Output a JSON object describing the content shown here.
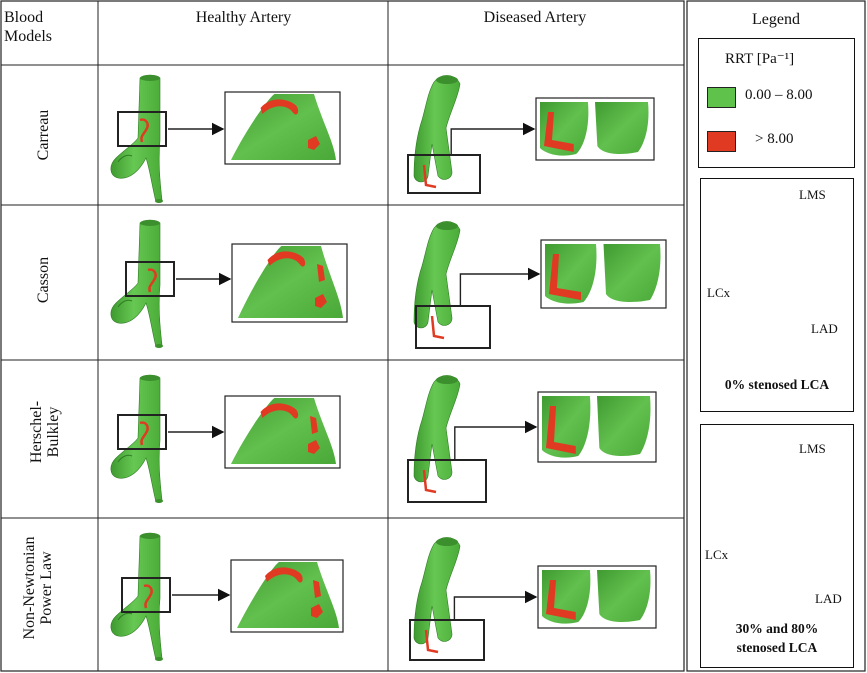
{
  "headers": {
    "models": "Blood Models",
    "healthy": "Healthy Artery",
    "diseased": "Diseased Artery",
    "legend": "Legend"
  },
  "rows": [
    {
      "label": "Carreau"
    },
    {
      "label": "Casson"
    },
    {
      "label": "Herschel-Bulkley"
    },
    {
      "label": "Non-Newtonian Power Law"
    }
  ],
  "legend": {
    "title": "RRT [Pa⁻¹]",
    "items": [
      {
        "label": "0.00 – 8.00",
        "color": "#5fc24a"
      },
      {
        "label": "> 8.00",
        "color": "#e03a22"
      }
    ]
  },
  "reference_healthy": {
    "labels": {
      "lms": "LMS",
      "lcx": "LCx",
      "lad": "LAD"
    },
    "caption": "0% stenosed LCA"
  },
  "reference_diseased": {
    "labels": {
      "lms": "LMS",
      "lcx": "LCx",
      "lad": "LAD"
    },
    "caption": "30% and 80% stenosed LCA"
  },
  "colors": {
    "artery_green": "#5fc24a",
    "artery_dark": "#3f9a30",
    "wss_red": "#e03a22",
    "grid": "#222222"
  }
}
